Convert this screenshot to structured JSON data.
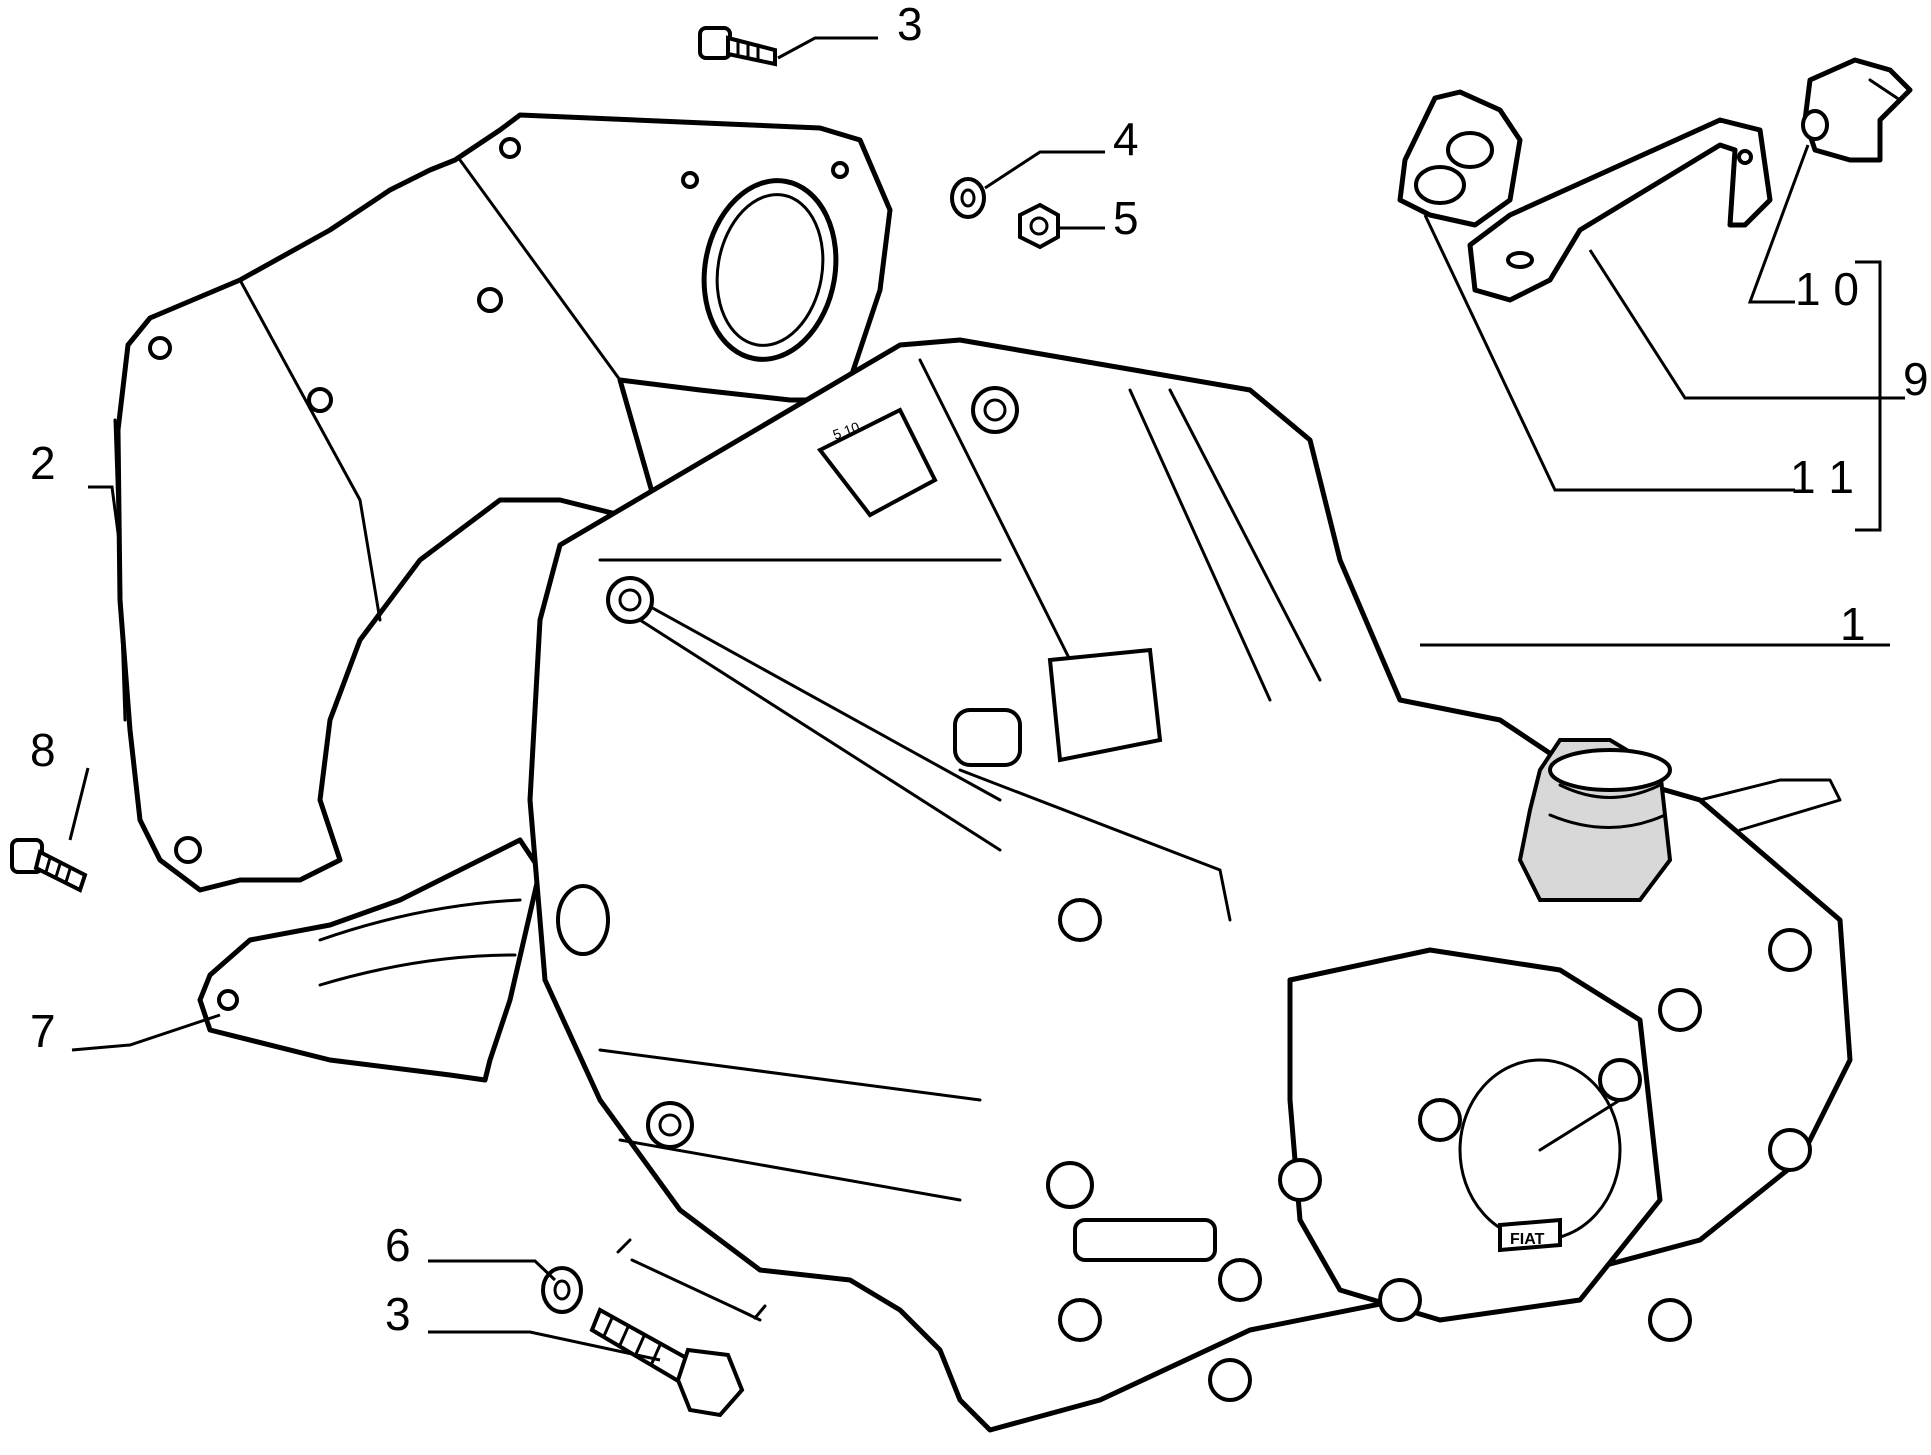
{
  "diagram": {
    "callouts": [
      {
        "id": "c3a",
        "label": "3"
      },
      {
        "id": "c4",
        "label": "4"
      },
      {
        "id": "c5",
        "label": "5"
      },
      {
        "id": "c2",
        "label": "2"
      },
      {
        "id": "c8",
        "label": "8"
      },
      {
        "id": "c7",
        "label": "7"
      },
      {
        "id": "c6",
        "label": "6"
      },
      {
        "id": "c3b",
        "label": "3"
      },
      {
        "id": "c1",
        "label": "1"
      },
      {
        "id": "c10",
        "label": "1 0"
      },
      {
        "id": "c9",
        "label": "9"
      },
      {
        "id": "c11",
        "label": "1 1"
      }
    ],
    "housing_stamp": "5 10",
    "logo_text": "FIAT"
  }
}
